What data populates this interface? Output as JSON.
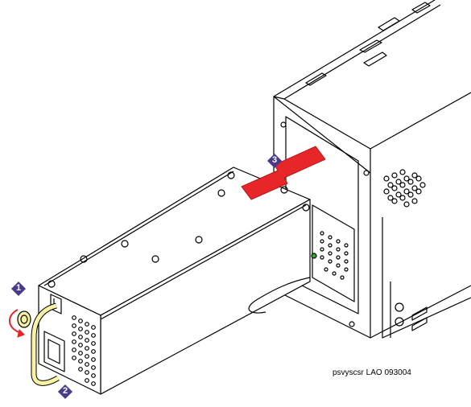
{
  "figure": {
    "caption": "psvyscsr LAO 093004",
    "steps": [
      {
        "number": "1"
      },
      {
        "number": "2"
      },
      {
        "number": "3"
      }
    ],
    "colors": {
      "line": "#000000",
      "callout": "#4a3a8c",
      "arrow": "#e8262a",
      "handle": "#f7f3a3",
      "rotation_arrow": "#e8262a",
      "led": "#3aaa35"
    }
  }
}
